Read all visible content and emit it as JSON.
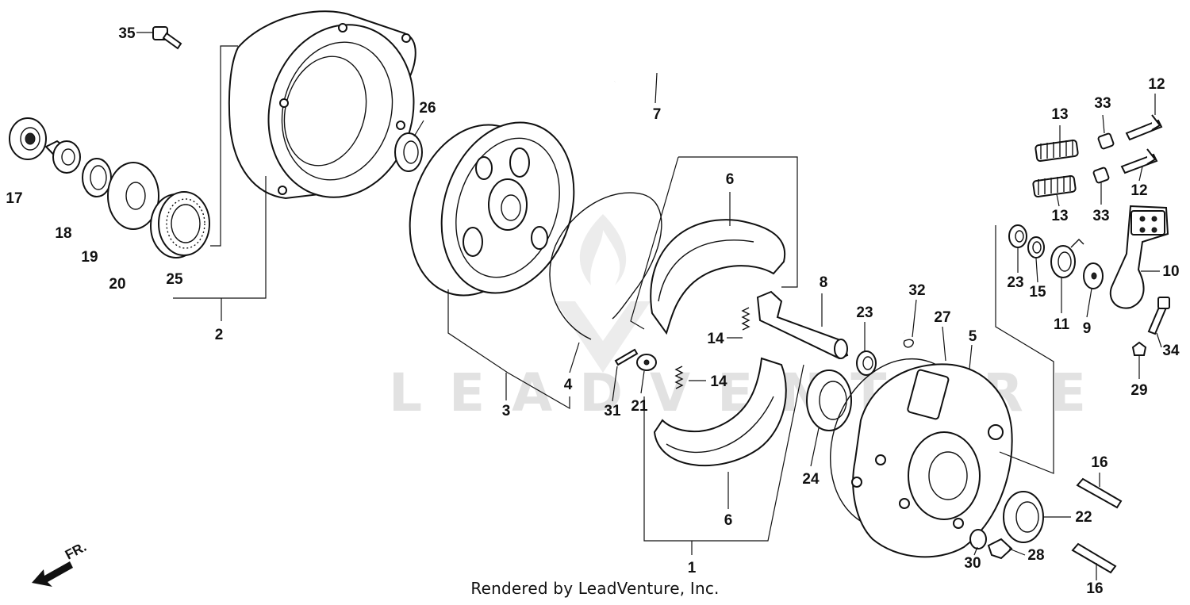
{
  "footer_text": "Rendered by LeadVenture, Inc.",
  "watermark_text": "LEADVENTURE",
  "direction_label": "FR.",
  "callouts": {
    "c1": "1",
    "c2": "2",
    "c3": "3",
    "c4": "4",
    "c5": "5",
    "c6a": "6",
    "c6b": "6",
    "c7": "7",
    "c8": "8",
    "c9": "9",
    "c10": "10",
    "c11": "11",
    "c12a": "12",
    "c12b": "12",
    "c13a": "13",
    "c13b": "13",
    "c14a": "14",
    "c14b": "14",
    "c15": "15",
    "c16a": "16",
    "c16b": "16",
    "c17": "17",
    "c18": "18",
    "c19": "19",
    "c20": "20",
    "c21": "21",
    "c22": "22",
    "c23a": "23",
    "c23b": "23",
    "c24": "24",
    "c25": "25",
    "c26": "26",
    "c27": "27",
    "c28": "28",
    "c29": "29",
    "c30": "30",
    "c31": "31",
    "c32": "32",
    "c33a": "33",
    "c33b": "33",
    "c34": "34",
    "c35": "35"
  }
}
